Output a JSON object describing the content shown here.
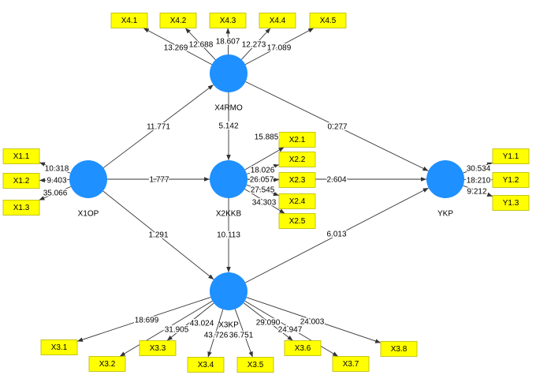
{
  "colors": {
    "construct": "#1e90ff",
    "indicator": "#ffff00",
    "line": "#333333"
  },
  "constructs": [
    {
      "id": "X4RMO",
      "label": "X4RMO"
    },
    {
      "id": "X1OP",
      "label": "X1OP"
    },
    {
      "id": "X2KKB",
      "label": "X2KKB"
    },
    {
      "id": "X3KP",
      "label": "X3KP"
    },
    {
      "id": "YKP",
      "label": "YKP"
    }
  ],
  "paths": [
    {
      "from": "X1OP",
      "to": "X4RMO",
      "value": "11.771"
    },
    {
      "from": "X1OP",
      "to": "X2KKB",
      "value": "1.777"
    },
    {
      "from": "X1OP",
      "to": "X3KP",
      "value": "1.291"
    },
    {
      "from": "X4RMO",
      "to": "X2KKB",
      "value": "5.142"
    },
    {
      "from": "X4RMO",
      "to": "YKP",
      "value": "0.277"
    },
    {
      "from": "X2KKB",
      "to": "YKP",
      "value": "2.604"
    },
    {
      "from": "X2KKB",
      "to": "X3KP",
      "value": "10.113"
    },
    {
      "from": "X3KP",
      "to": "YKP",
      "value": "6.013"
    }
  ],
  "indicators": [
    {
      "label": "X4.1",
      "construct": "X4RMO",
      "value": "13.269"
    },
    {
      "label": "X4.2",
      "construct": "X4RMO",
      "value": "12.688"
    },
    {
      "label": "X4.3",
      "construct": "X4RMO",
      "value": "18.607"
    },
    {
      "label": "X4.4",
      "construct": "X4RMO",
      "value": "12.273"
    },
    {
      "label": "X4.5",
      "construct": "X4RMO",
      "value": "17.089"
    },
    {
      "label": "X1.1",
      "construct": "X1OP",
      "value": "10.318"
    },
    {
      "label": "X1.2",
      "construct": "X1OP",
      "value": "9.403"
    },
    {
      "label": "X1.3",
      "construct": "X1OP",
      "value": "35.066"
    },
    {
      "label": "X2.1",
      "construct": "X2KKB",
      "value": "15.885"
    },
    {
      "label": "X2.2",
      "construct": "X2KKB",
      "value": "18.026"
    },
    {
      "label": "X2.3",
      "construct": "X2KKB",
      "value": "26.057"
    },
    {
      "label": "X2.4",
      "construct": "X2KKB",
      "value": "27.545"
    },
    {
      "label": "X2.5",
      "construct": "X2KKB",
      "value": "34.303"
    },
    {
      "label": "X3.1",
      "construct": "X3KP",
      "value": "18.699"
    },
    {
      "label": "X3.2",
      "construct": "X3KP",
      "value": "31.905"
    },
    {
      "label": "X3.3",
      "construct": "X3KP",
      "value": "43.024"
    },
    {
      "label": "X3.4",
      "construct": "X3KP",
      "value": "43.726"
    },
    {
      "label": "X3.5",
      "construct": "X3KP",
      "value": "36.751"
    },
    {
      "label": "X3.6",
      "construct": "X3KP",
      "value": "29.090"
    },
    {
      "label": "X3.7",
      "construct": "X3KP",
      "value": "24.947"
    },
    {
      "label": "X3.8",
      "construct": "X3KP",
      "value": "24.003"
    },
    {
      "label": "Y1.1",
      "construct": "YKP",
      "value": "30.534"
    },
    {
      "label": "Y1.2",
      "construct": "YKP",
      "value": "18.210"
    },
    {
      "label": "Y1.3",
      "construct": "YKP",
      "value": "9.212"
    }
  ]
}
